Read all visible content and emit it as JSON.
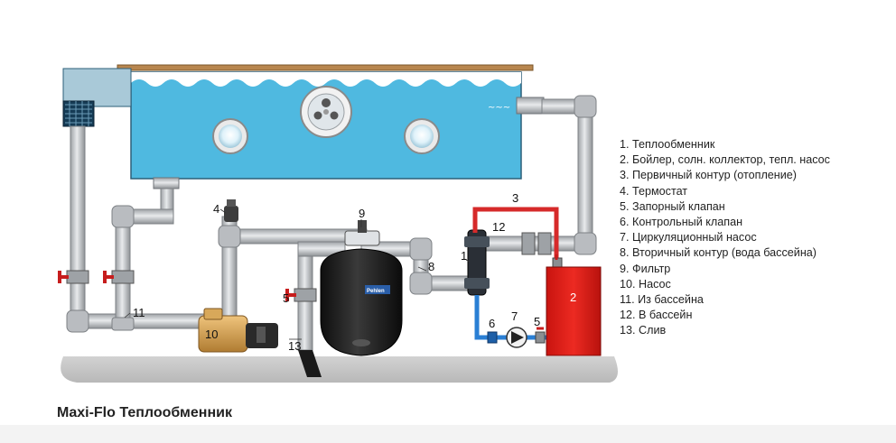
{
  "diagram": {
    "callouts": {
      "c1": "1",
      "c2": "2",
      "c3": "3",
      "c4": "4",
      "c5a": "5",
      "c5b": "5",
      "c6": "6",
      "c7": "7",
      "c8": "8",
      "c9": "9",
      "c10": "10",
      "c11": "11",
      "c12": "12",
      "c13": "13"
    },
    "filter_brand": "Pehlen",
    "colors": {
      "pool_water": "#4fb9e0",
      "pipe": "#c8cbcf",
      "primary_circuit": "#d62a2a",
      "secondary_circuit": "#2a7fd4",
      "boiler": "#e8221c",
      "pump": "#d8a85a",
      "filter": "#1d1d1d",
      "ground": "#c4c4c4"
    },
    "legend": [
      "1. Теплообменник",
      "2. Бойлер, солн. коллектор, тепл. насос",
      "3. Первичный контур (отопление)",
      "4. Термостат",
      "5. Запорный клапан",
      "6. Контрольный клапан",
      "7. Циркуляционный насос",
      "8. Вторичный контур (вода  бассейна)",
      "9. Фильтр",
      "10. Насос",
      "11. Из бассейна",
      "12. В бассейн",
      "13. Слив"
    ],
    "caption": "Maxi-Flo Теплообменник"
  }
}
